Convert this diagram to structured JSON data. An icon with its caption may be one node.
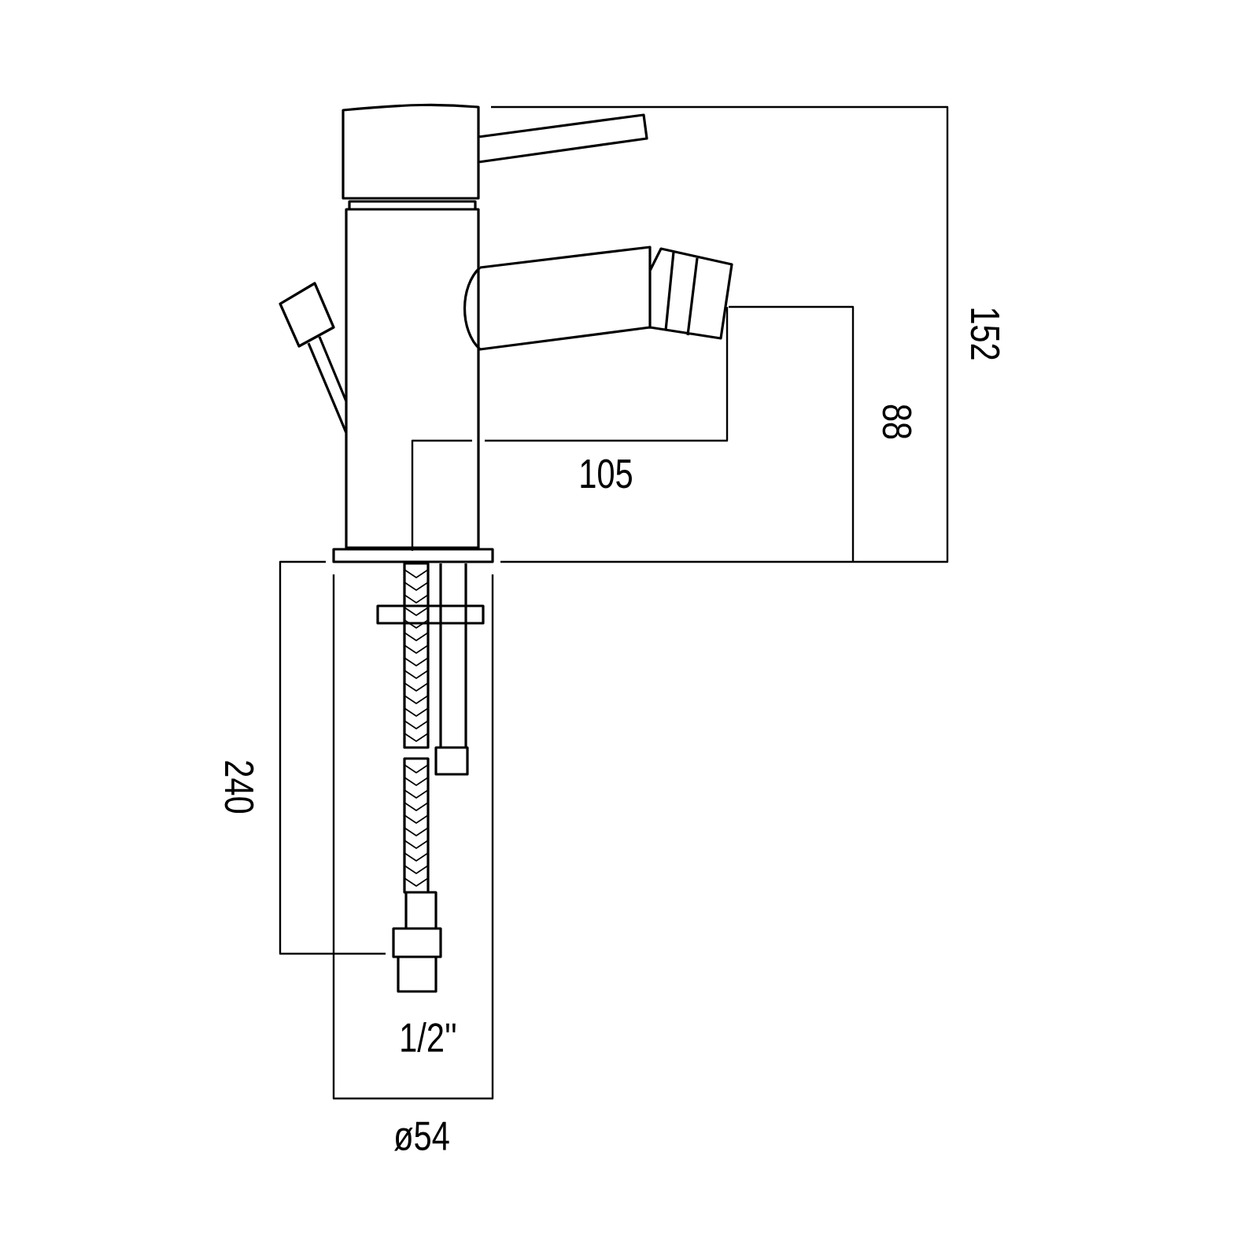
{
  "diagram": {
    "labels": [
      "152",
      "88",
      "105",
      "240",
      "1/2''",
      "ø54"
    ]
  }
}
